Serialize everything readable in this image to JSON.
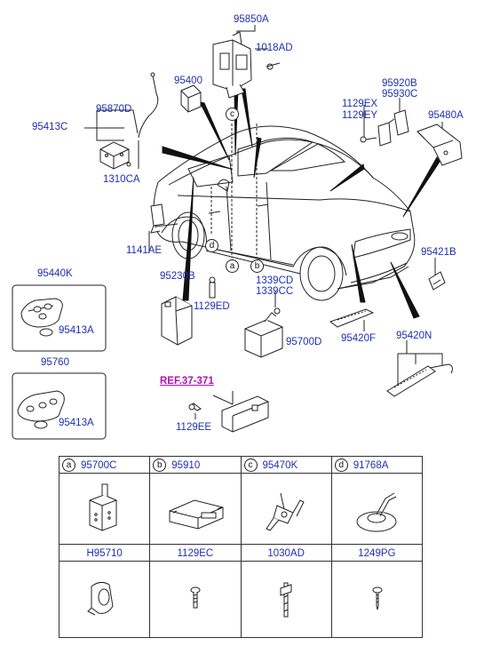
{
  "labels": {
    "p95850A": "95850A",
    "p1018AD": "1018AD",
    "p95400": "95400",
    "p95870D": "95870D",
    "p95413C": "95413C",
    "p1310CA": "1310CA",
    "p95920B": "95920B",
    "p95930C": "95930C",
    "p1129EX": "1129EX",
    "p1129EY": "1129EY",
    "p95480A": "95480A",
    "p1141AE": "1141AE",
    "p95421B": "95421B",
    "p95440K": "95440K",
    "p95413A_1": "95413A",
    "p95230B": "95230B",
    "p1129ED": "1129ED",
    "p1339CD": "1339CD",
    "p1339CC": "1339CC",
    "p95700D": "95700D",
    "p95420F": "95420F",
    "p95420N": "95420N",
    "p95760": "95760",
    "p95413A_2": "95413A",
    "ref": "REF.37-371",
    "p1129EE": "1129EE"
  },
  "callouts": {
    "a": "a",
    "b": "b",
    "c": "c",
    "d": "d"
  },
  "table": {
    "row1": [
      {
        "letter": "a",
        "part": "95700C"
      },
      {
        "letter": "b",
        "part": "95910"
      },
      {
        "letter": "c",
        "part": "95470K"
      },
      {
        "letter": "d",
        "part": "91768A"
      }
    ],
    "row2": [
      {
        "part": "H95710"
      },
      {
        "part": "1129EC"
      },
      {
        "part": "1030AD"
      },
      {
        "part": "1249PG"
      }
    ]
  },
  "colors": {
    "label": "#1f2fb0",
    "ref": "#b012b0",
    "line": "#222222"
  }
}
